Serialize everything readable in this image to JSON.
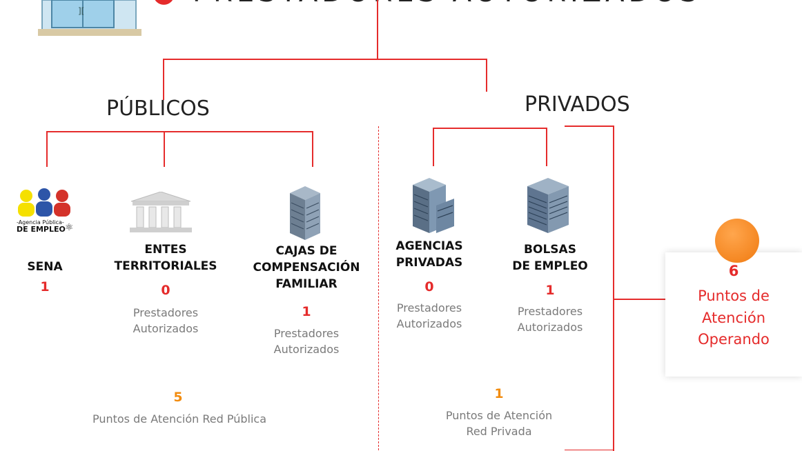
{
  "header": {
    "title": "PRESTADORES AUTORIZADOS",
    "bullet": "●"
  },
  "publicos": {
    "title": "PÚBLICOS",
    "sena": {
      "label": "SENA",
      "count": "1",
      "logo_top": "-Agencia Pública-",
      "logo_bottom": "DE EMPLEO"
    },
    "entes": {
      "label": "ENTES\nTERRITORIALES",
      "count": "0",
      "sub": "Prestadores\nAutorizados"
    },
    "cajas": {
      "label": "CAJAS DE\nCOMPENSACIÓN\nFAMILIAR",
      "count": "1",
      "sub": "Prestadores\nAutorizados"
    },
    "total": {
      "count": "5",
      "label": "Puntos de Atención Red Pública"
    }
  },
  "privados": {
    "title": "PRIVADOS",
    "agencias": {
      "label": "AGENCIAS\nPRIVADAS",
      "count": "0",
      "sub": "Prestadores\nAutorizados"
    },
    "bolsas": {
      "label": "BOLSAS\nDE EMPLEO",
      "count": "1",
      "sub": "Prestadores\nAutorizados"
    },
    "total": {
      "count": "1",
      "label": "Puntos de Atención\nRed Privada"
    }
  },
  "summary": {
    "count": "6",
    "label": "Puntos de Atención Operando"
  },
  "colors": {
    "red": "#e52b2b",
    "orange": "#f28c0f",
    "gray": "#7a7a7a"
  }
}
